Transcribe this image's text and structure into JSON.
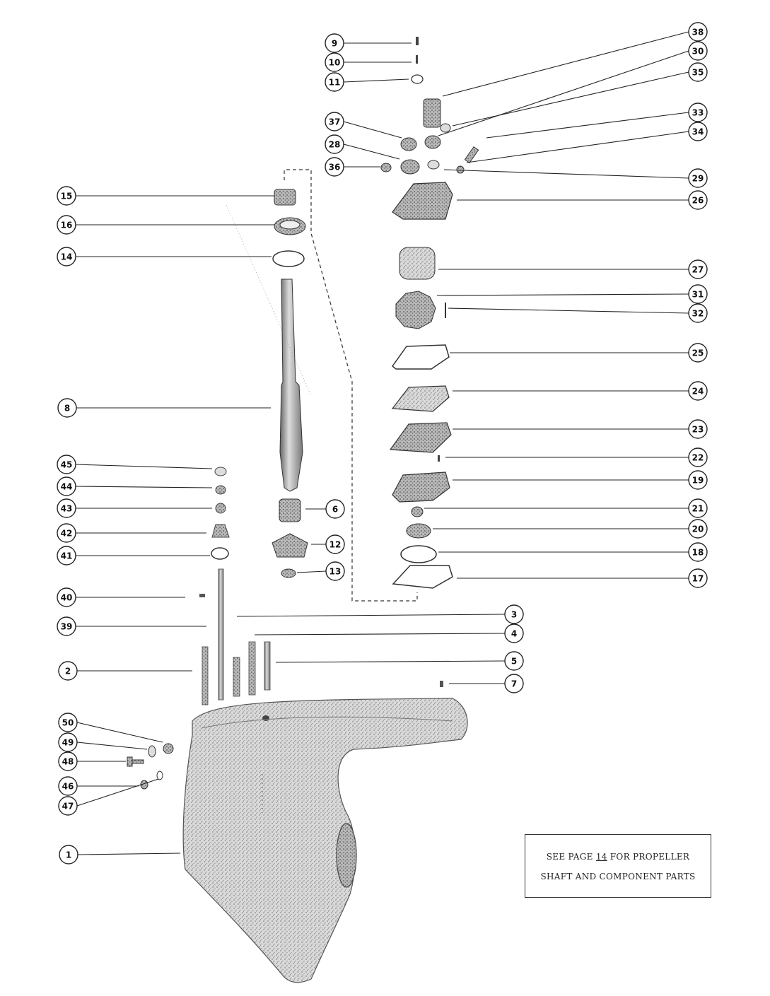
{
  "colors": {
    "ink": "#222222",
    "shade": "#9a9a9a",
    "paper": "#ffffff"
  },
  "callouts": [
    "1",
    "2",
    "3",
    "4",
    "5",
    "6",
    "7",
    "8",
    "9",
    "10",
    "11",
    "12",
    "13",
    "14",
    "15",
    "16",
    "17",
    "18",
    "19",
    "20",
    "21",
    "22",
    "23",
    "24",
    "25",
    "26",
    "27",
    "28",
    "29",
    "30",
    "31",
    "32",
    "33",
    "34",
    "35",
    "36",
    "37",
    "38",
    "39",
    "40",
    "41",
    "42",
    "43",
    "44",
    "45",
    "46",
    "47",
    "48",
    "49",
    "50"
  ],
  "note": {
    "prefix": "SEE PAGE ",
    "page": "14",
    "suffix": " FOR PROPELLER",
    "line2": "SHAFT AND COMPONENT PARTS"
  }
}
